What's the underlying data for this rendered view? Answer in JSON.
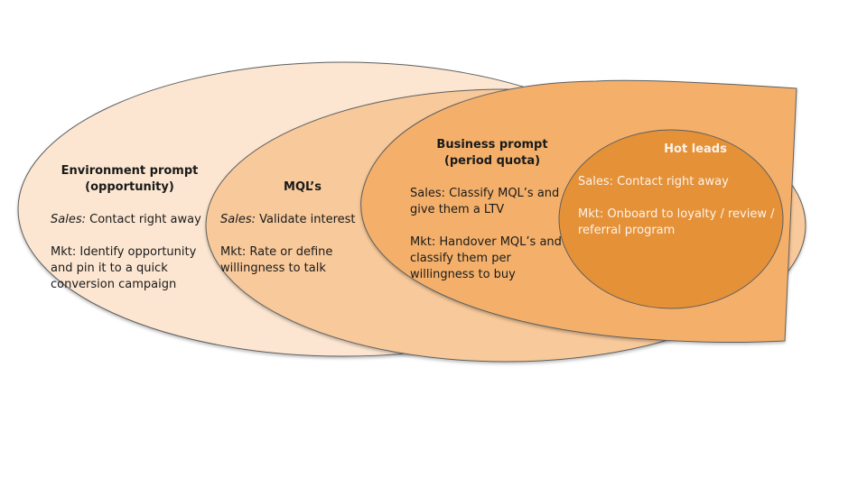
{
  "colors": {
    "layer1_fill": "#fce6d1",
    "layer2_fill": "#f8c99a",
    "layer3_fill": "#f4b06a",
    "layer4_fill": "#e59138",
    "stroke": "#5f5f5f",
    "text_dark": "#1a1a1a",
    "text_light": "#fdf3e8"
  },
  "layers": [
    {
      "id": "environment",
      "title_lines": [
        "Environment prompt",
        "(opportunity)"
      ],
      "sales_prefix": "Sales:",
      "sales_text": " Contact right away",
      "mkt_lines": [
        "Mkt: Identify opportunity",
        "and pin it to a quick",
        "conversion campaign"
      ]
    },
    {
      "id": "mqls",
      "title_lines": [
        "MQL’s"
      ],
      "sales_prefix": "Sales:",
      "sales_text": " Validate interest",
      "mkt_lines": [
        "Mkt: Rate or define",
        "willingness to talk"
      ]
    },
    {
      "id": "business",
      "title_lines": [
        "Business prompt",
        "(period quota)"
      ],
      "sales_lines": [
        "Sales: Classify MQL’s and",
        "give them a LTV"
      ],
      "mkt_lines": [
        "Mkt: Handover MQL’s and",
        "classify them per",
        "willingness to buy"
      ]
    },
    {
      "id": "hot-leads",
      "title_lines": [
        "Hot leads"
      ],
      "sales_lines": [
        "Sales: Contact right away"
      ],
      "mkt_lines": [
        "Mkt: Onboard to loyalty / review /",
        "referral program"
      ]
    }
  ]
}
